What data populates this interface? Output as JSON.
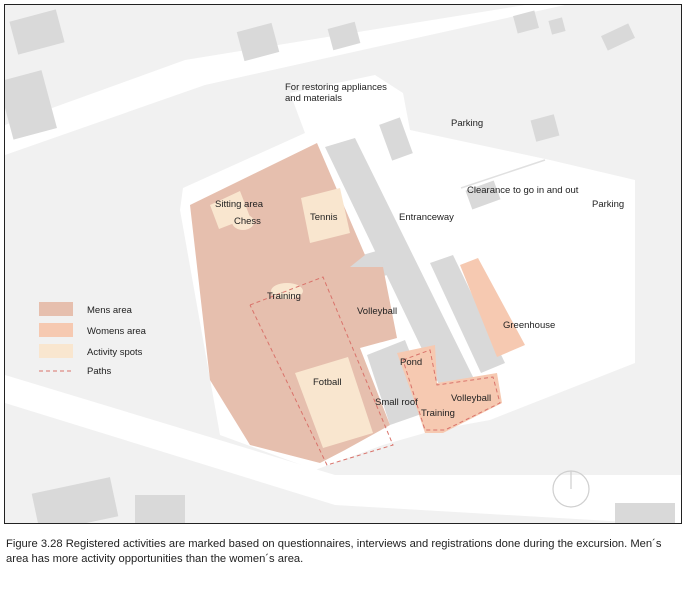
{
  "colors": {
    "mens_area": "#e6bfae",
    "womens_area": "#f6c9b1",
    "activity_spots": "#f9e6cf",
    "building": "#d9d9d9",
    "ground": "#f1f1f1",
    "site": "#ffffff",
    "path": "#d9736b"
  },
  "labels": {
    "restoring_line1": "For restoring appliances",
    "restoring_line2": "and materials",
    "parking_top": "Parking",
    "clearance": "Clearance to go in and out",
    "parking_right": "Parking",
    "sitting_area": "Sitting area",
    "chess": "Chess",
    "tennis": "Tennis",
    "entranceway": "Entranceway",
    "training_left": "Training",
    "volleyball_center": "Volleyball",
    "greenhouse": "Greenhouse",
    "pond": "Pond",
    "fotball": "Fotball",
    "small_roof": "Small roof",
    "training_right": "Training",
    "volleyball_right": "Volleyball"
  },
  "legend": {
    "mens": "Mens area",
    "womens": "Womens area",
    "activity": "Activity spots",
    "paths": "Paths"
  },
  "caption": "Figure 3.28 Registered activities are marked based on questionnaires, interviews and registrations done during the excursion. Men´s area has more activity opportunities than the women´s area."
}
